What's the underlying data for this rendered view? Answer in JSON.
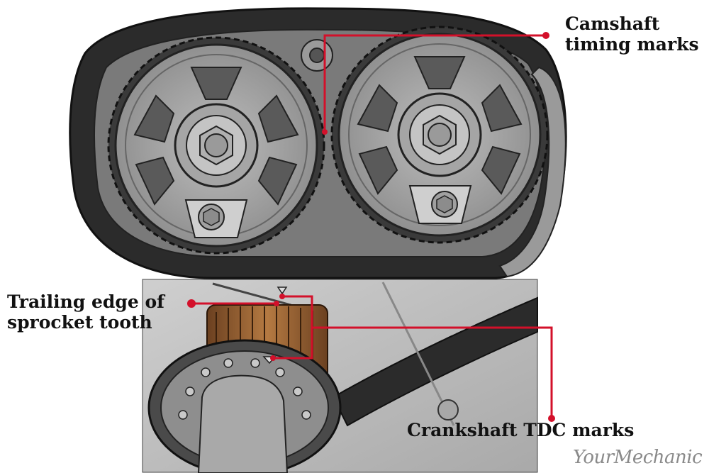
{
  "labels": {
    "camshaft": [
      "Camshaft",
      "timing marks"
    ],
    "trailing": [
      "Trailing edge of",
      "sprocket tooth"
    ],
    "crankshaft": "Crankshaft TDC marks"
  },
  "watermark": "YourMechanic",
  "colors": {
    "callout": "#d3102a",
    "belt": "#2b2b2b",
    "sprocket_face": "#9a9a9a",
    "crank_sprocket": "#8a5a2e",
    "background_panel": "#bdbdbd"
  }
}
